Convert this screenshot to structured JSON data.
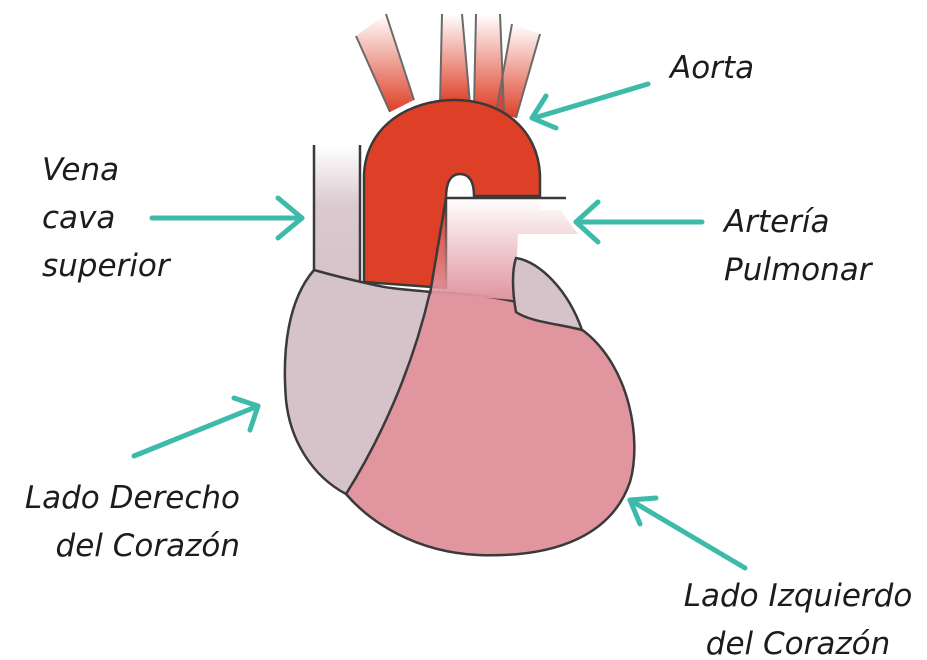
{
  "colors": {
    "arrow": "#3dbaa9",
    "aorta": "#de3f27",
    "right_side": "#d6c3ca",
    "left_side": "#e0959f",
    "outline": "#3a3a3a"
  },
  "labels": {
    "aorta": [
      "Aorta"
    ],
    "vena_cava": [
      "Vena",
      "cava",
      "superior"
    ],
    "pulmonary_artery": [
      "Artería",
      "Pulmonar"
    ],
    "right_side": [
      "Lado Derecho",
      "del Corazón"
    ],
    "left_side": [
      "Lado Izquierdo",
      "del Corazón"
    ]
  }
}
